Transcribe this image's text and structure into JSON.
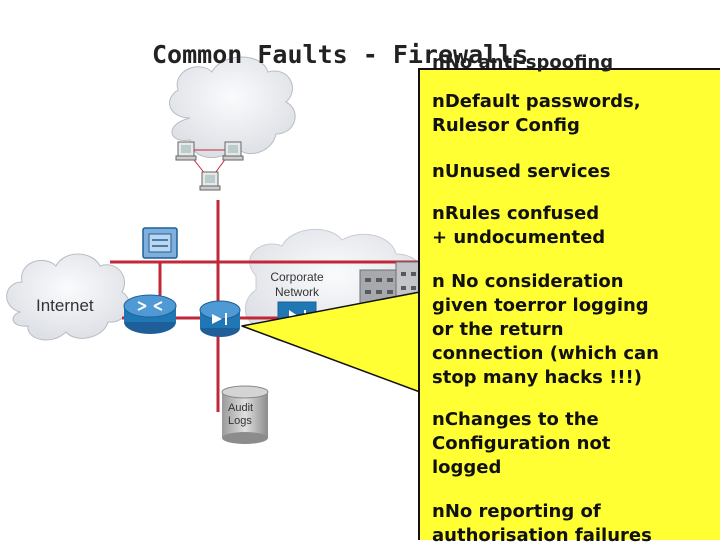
{
  "slide": {
    "title": "Common Faults - Firewalls",
    "bullet_glyph": "n",
    "bullets": [
      {
        "id": "anti-spoofing",
        "lines": [
          "No anti-spoofing"
        ]
      },
      {
        "id": "default-passwords",
        "lines": [
          "Default passwords,",
          "Rulesor Config"
        ]
      },
      {
        "id": "unused-services",
        "lines": [
          "Unused services"
        ]
      },
      {
        "id": "rules-confused",
        "lines": [
          "Rules confused",
          "+ undocumented"
        ]
      },
      {
        "id": "error-logging",
        "lines": [
          " No consideration",
          "given toerror logging",
          "or the return",
          "connection (which can",
          "stop many hacks !!!)"
        ]
      },
      {
        "id": "config-changes",
        "lines": [
          "Changes to the",
          "Configuration not",
          "logged"
        ]
      },
      {
        "id": "authorisation-failures",
        "lines": [
          "No reporting of",
          "authorisation failures"
        ]
      }
    ]
  },
  "diagram": {
    "internet_label": "Internet",
    "corporate_label": [
      "Corporate",
      "Network"
    ],
    "audit_label": [
      "Audit",
      "Logs"
    ],
    "icons": [
      "internet-cloud-icon",
      "router-icon",
      "firewall-icon",
      "inner-firewall-icon",
      "switch-icon",
      "server-building-icon",
      "audit-logs-database-icon",
      "workstation-icon"
    ]
  },
  "colors": {
    "callout": "#ffff33",
    "network_line": "#c0283a",
    "device_blue": "#1f77b4"
  }
}
